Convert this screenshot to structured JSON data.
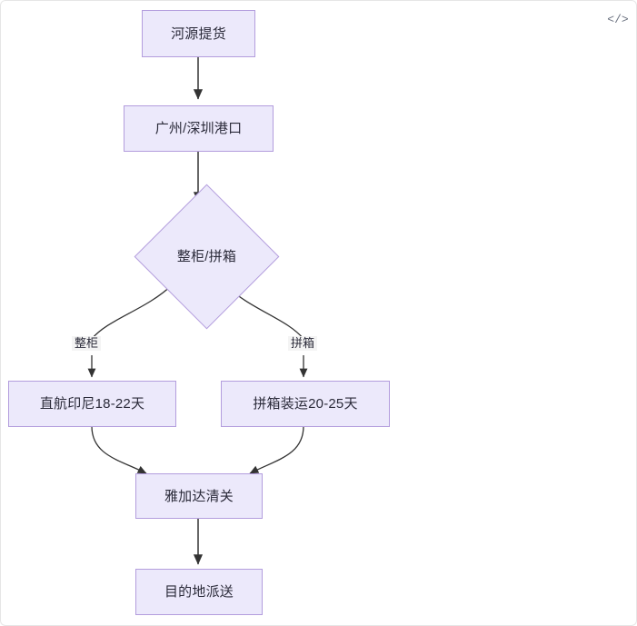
{
  "frame": {
    "code_icon": "</>",
    "code_icon_name": "code-icon"
  },
  "diagram": {
    "type": "flowchart",
    "direction": "top-to-bottom",
    "theme": {
      "node_fill": "#ece9fb",
      "node_border": "#b39ddd",
      "node_text": "#2b2b3a",
      "edge_color": "#333333",
      "edge_label_bg": "#f4f4f4",
      "canvas_bg": "#ffffff",
      "frame_border": "#e6e6e6"
    },
    "nodes": [
      {
        "id": "n1",
        "shape": "rect",
        "label": "河源提货"
      },
      {
        "id": "n2",
        "shape": "rect",
        "label": "广州/深圳港口"
      },
      {
        "id": "n3",
        "shape": "diamond",
        "label": "整柜/拼箱"
      },
      {
        "id": "n4",
        "shape": "rect",
        "label": "直航印尼18-22天"
      },
      {
        "id": "n5",
        "shape": "rect",
        "label": "拼箱装运20-25天"
      },
      {
        "id": "n6",
        "shape": "rect",
        "label": "雅加达清关"
      },
      {
        "id": "n7",
        "shape": "rect",
        "label": "目的地派送"
      }
    ],
    "edges": [
      {
        "from": "n1",
        "to": "n2",
        "label": ""
      },
      {
        "from": "n2",
        "to": "n3",
        "label": ""
      },
      {
        "from": "n3",
        "to": "n4",
        "label": "整柜"
      },
      {
        "from": "n3",
        "to": "n5",
        "label": "拼箱"
      },
      {
        "from": "n4",
        "to": "n6",
        "label": ""
      },
      {
        "from": "n5",
        "to": "n6",
        "label": ""
      },
      {
        "from": "n6",
        "to": "n7",
        "label": ""
      }
    ],
    "edge_labels": {
      "fcl": "整柜",
      "lcl": "拼箱"
    }
  }
}
